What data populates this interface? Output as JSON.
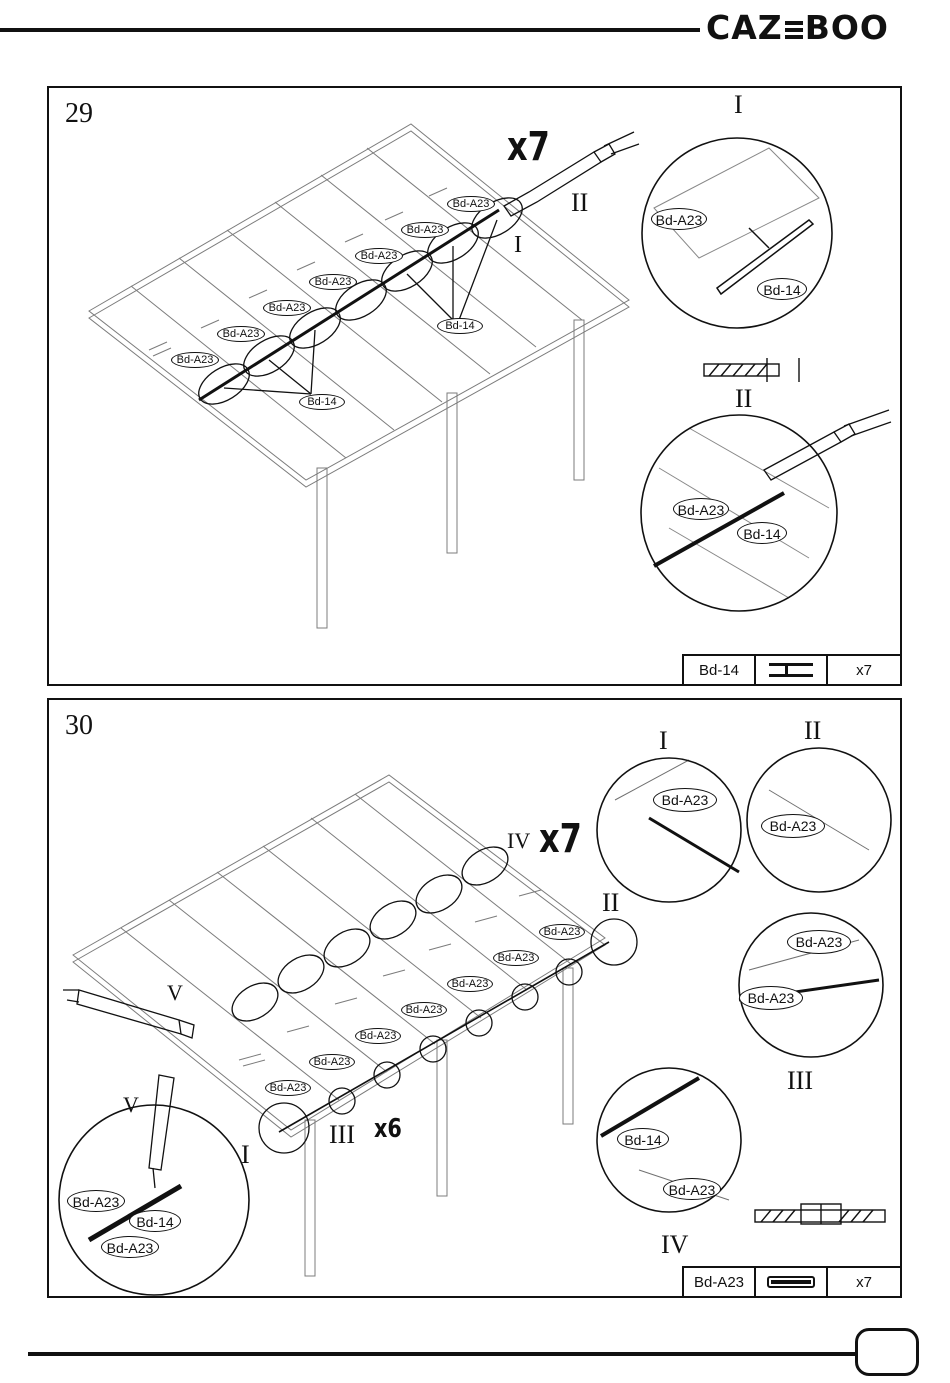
{
  "header": {
    "brand": "CAZ=BOO",
    "brand_alt": "CAZEBOO"
  },
  "steps": [
    {
      "number": "29",
      "multiplier": "x7",
      "labels": {
        "a23": "Bd-A23",
        "b14": "Bd-14"
      },
      "roman": [
        "I",
        "II"
      ],
      "parts": {
        "name": "Bd-14",
        "qty": "x7"
      }
    },
    {
      "number": "30",
      "multiplier": "x7",
      "multiplier_small": "x6",
      "labels": {
        "a23": "Bd-A23",
        "b14": "Bd-14"
      },
      "roman": [
        "I",
        "II",
        "III",
        "IV",
        "V"
      ],
      "parts": {
        "name": "Bd-A23",
        "qty": "x7"
      }
    }
  ],
  "footer": {
    "page_number": ""
  }
}
